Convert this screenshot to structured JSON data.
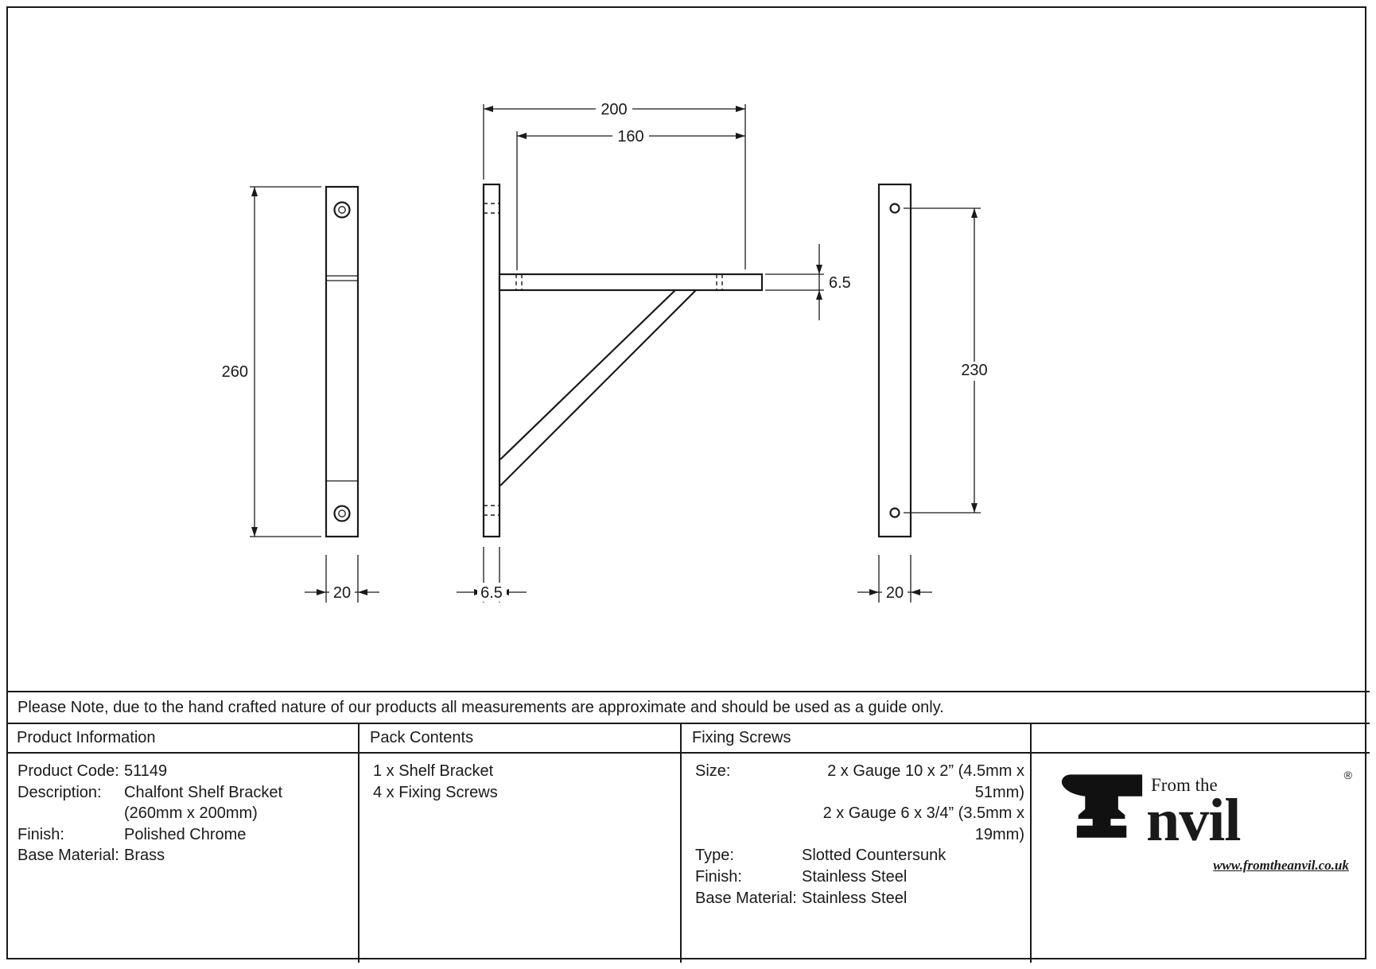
{
  "drawing": {
    "dims": {
      "d200": "200",
      "d160": "160",
      "d65_arm": "6.5",
      "d260": "260",
      "d20_left": "20",
      "d65_plate": "6.5",
      "d230": "230",
      "d20_right": "20"
    }
  },
  "note": "Please Note, due to the hand crafted nature of our products all measurements are approximate and should be used as a guide only.",
  "table": {
    "product_information": {
      "header": "Product Information",
      "rows": [
        {
          "label": "Product Code:",
          "value": "51149"
        },
        {
          "label": "Description:",
          "value": "Chalfont Shelf Bracket"
        },
        {
          "label": "",
          "value": "(260mm x 200mm)"
        },
        {
          "label": "Finish:",
          "value": "Polished Chrome"
        },
        {
          "label": "Base Material:",
          "value": "Brass"
        }
      ]
    },
    "pack_contents": {
      "header": "Pack Contents",
      "items": [
        "1 x Shelf Bracket",
        "4 x Fixing Screws"
      ]
    },
    "fixing_screws": {
      "header": "Fixing Screws",
      "rows": [
        {
          "label": "Size:",
          "value": "2 x Gauge 10 x 2” (4.5mm x 51mm)"
        },
        {
          "label": "",
          "value": "2 x Gauge 6 x 3/4” (3.5mm x 19mm)"
        },
        {
          "label": "Type:",
          "value": "Slotted Countersunk"
        },
        {
          "label": "Finish:",
          "value": "Stainless Steel"
        },
        {
          "label": "Base Material:",
          "value": "Stainless Steel"
        }
      ]
    },
    "logo": {
      "from_the": "From the",
      "brand": "nvil",
      "registered": "®",
      "website": "www.fromtheanvil.co.uk"
    }
  }
}
